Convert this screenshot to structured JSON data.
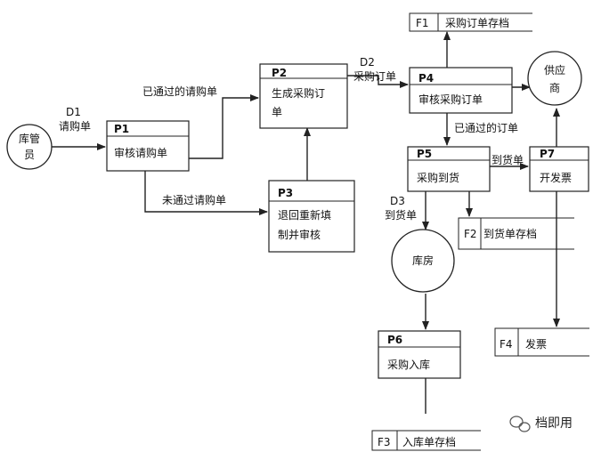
{
  "processes": {
    "p1": {
      "id": "P1",
      "label": "审核请购单"
    },
    "p2": {
      "id": "P2",
      "line1": "生成采购订",
      "line2": "单"
    },
    "p3": {
      "id": "P3",
      "line1": "退回重新填",
      "line2": "制并审核"
    },
    "p4": {
      "id": "P4",
      "label": "审核采购订单"
    },
    "p5": {
      "id": "P5",
      "label": "采购到货"
    },
    "p6": {
      "id": "P6",
      "label": "采购入库"
    },
    "p7": {
      "id": "P7",
      "label": "开发票"
    }
  },
  "entities": {
    "clerk": {
      "line1": "库管",
      "line2": "员"
    },
    "supplier": {
      "line1": "供应",
      "line2": "商"
    },
    "warehouse": {
      "label": "库房"
    }
  },
  "stores": {
    "f1": {
      "id": "F1",
      "label": "采购订单存档"
    },
    "f2": {
      "id": "F2",
      "label": "到货单存档"
    },
    "f3": {
      "id": "F3",
      "label": "入库单存档"
    },
    "f4": {
      "id": "F4",
      "label": "发票"
    }
  },
  "flows": {
    "d1_id": "D1",
    "d1_label": "请购单",
    "approved_req": "已通过的请购单",
    "rejected_req": "未通过请购单",
    "d2_id": "D2",
    "d2_label": "采购订单",
    "approved_order": "已通过的订单",
    "delivery_note": "到货单",
    "d3_id": "D3",
    "d3_label": "到货单"
  },
  "watermark": {
    "text": "档即用",
    "icon": "wechat-icon"
  }
}
